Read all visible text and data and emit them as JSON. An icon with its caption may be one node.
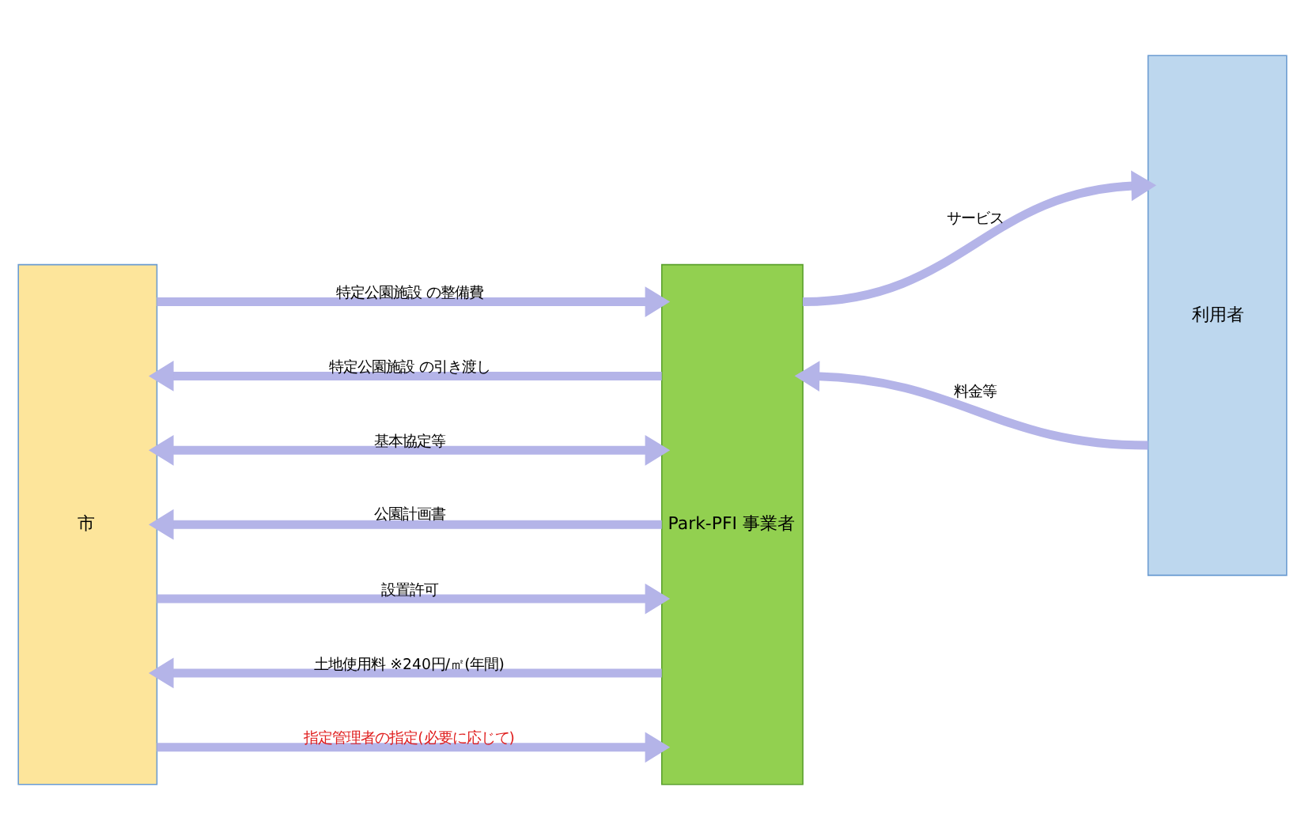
{
  "diagram": {
    "nodes": [
      {
        "text": [
          "市"
        ]
      },
      {
        "text": [
          "Park-PFI 事業者"
        ]
      },
      {
        "text": [
          "利用者"
        ]
      }
    ],
    "edges": [
      {
        "from": 0,
        "to": 1,
        "arrow": "to",
        "label": "特定公園施設 の整備費"
      },
      {
        "from": 1,
        "to": 0,
        "arrow": "to",
        "label": "特定公園施設 の引き渡し"
      },
      {
        "from": 0,
        "to": 1,
        "arrow": "both",
        "label": "基本協定等"
      },
      {
        "from": 1,
        "to": 0,
        "arrow": "to",
        "label": "公園計画書"
      },
      {
        "from": 0,
        "to": 1,
        "arrow": "to",
        "label": "設置許可"
      },
      {
        "from": 1,
        "to": 0,
        "arrow": "to",
        "label": "土地使用料 ※240円/㎡(年間)"
      },
      {
        "from": 0,
        "to": 1,
        "arrow": "to",
        "label": "指定管理者の指定(必要に応じて)"
      },
      {
        "from": 1,
        "to": 2,
        "arrow": "to",
        "label": "サービス"
      },
      {
        "from": 2,
        "to": 1,
        "arrow": "to",
        "label": "料金等"
      }
    ]
  }
}
